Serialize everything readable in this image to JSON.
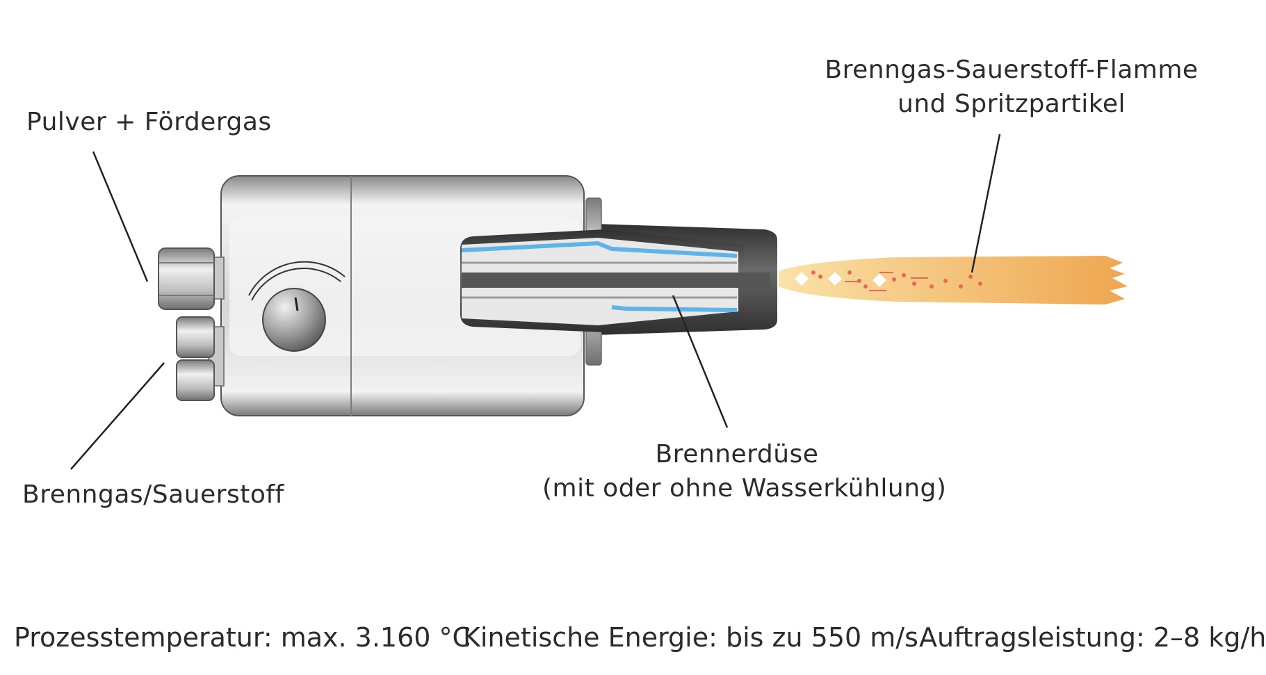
{
  "labels": {
    "powder": "Pulver + Fördergas",
    "fuel_gas": "Brenngas/Sauerstoff",
    "nozzle_line1": "Brennerdüse",
    "nozzle_line2": "(mit oder ohne Wasserkühlung)",
    "flame_line1": "Brenngas-Sauerstoff-Flamme",
    "flame_line2": "und Spritzpartikel"
  },
  "footer": {
    "temperature": "Prozesstemperatur: max. 3.160 °C",
    "energy": "Kinetische Energie: bis zu 550 m/s",
    "deposition": "Auftragsleistung: 2–8 kg/h"
  },
  "colors": {
    "flame": "#f0b05a",
    "coolant": "#5fb3e8",
    "nozzle_dark": "#4a4a4a",
    "body_metal": "#c8c8c8"
  }
}
